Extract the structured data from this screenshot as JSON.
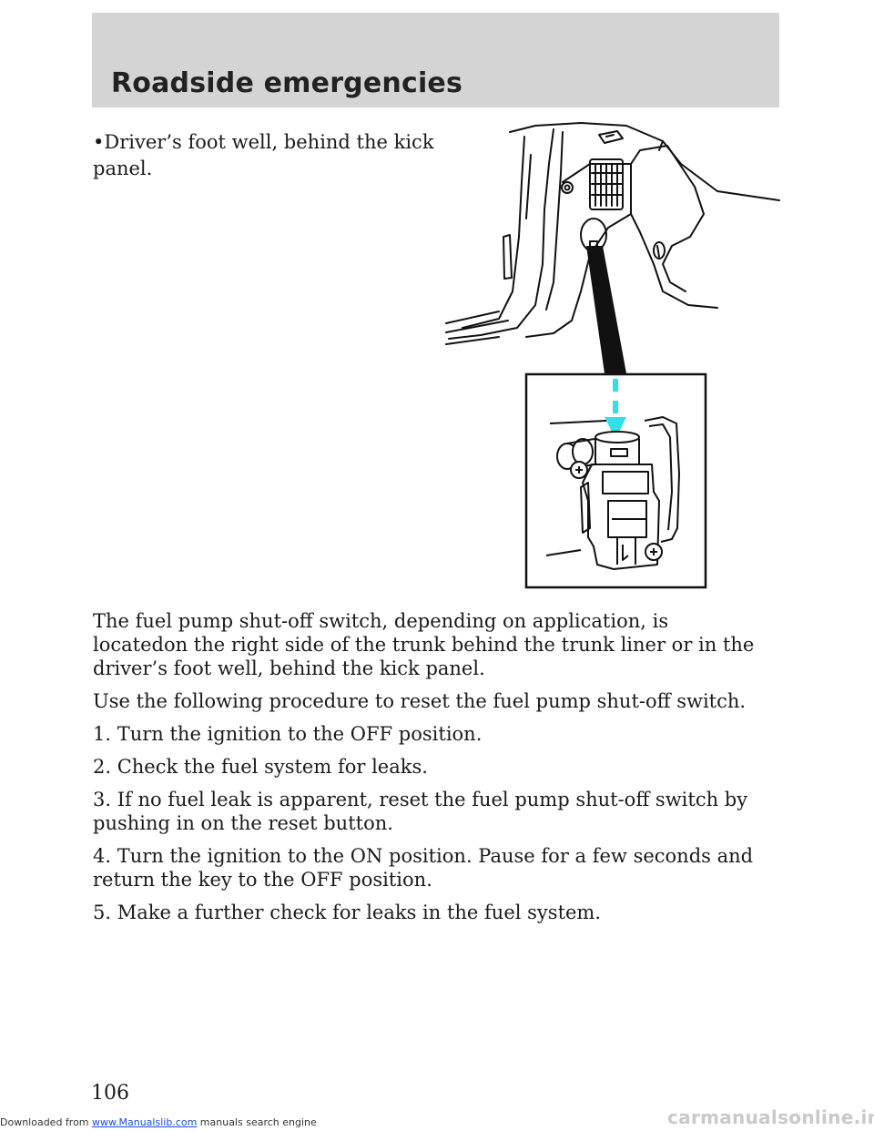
{
  "header": {
    "title": "Roadside emergencies"
  },
  "bullet": {
    "marker": "•",
    "text": "Driver’s foot well, behind the kick panel."
  },
  "paragraphs": [
    "The fuel pump shut-off switch, depending on application, is locatedon the right side of the trunk behind the trunk liner or in the driver’s foot well, behind the kick panel.",
    "Use the following procedure to reset the fuel pump shut-off switch.",
    "1. Turn the ignition to the OFF position.",
    "2. Check the fuel system for leaks.",
    "3. If no fuel leak is apparent, reset the fuel pump shut-off switch by pushing in on the reset button.",
    "4. Turn the ignition to the ON position. Pause for a few seconds and return the key to the OFF position.",
    "5. Make a further check for leaks in the fuel system."
  ],
  "page_number": "106",
  "footer": {
    "prefix": "Downloaded from ",
    "link": "www.Manualslib.com",
    "suffix": "  manuals search engine"
  },
  "watermark": "carmanualsonline.info",
  "colors": {
    "header_band": "#d4d4d4",
    "arrow": "#2fe0e6",
    "footer_link": "#1a4fd6"
  }
}
